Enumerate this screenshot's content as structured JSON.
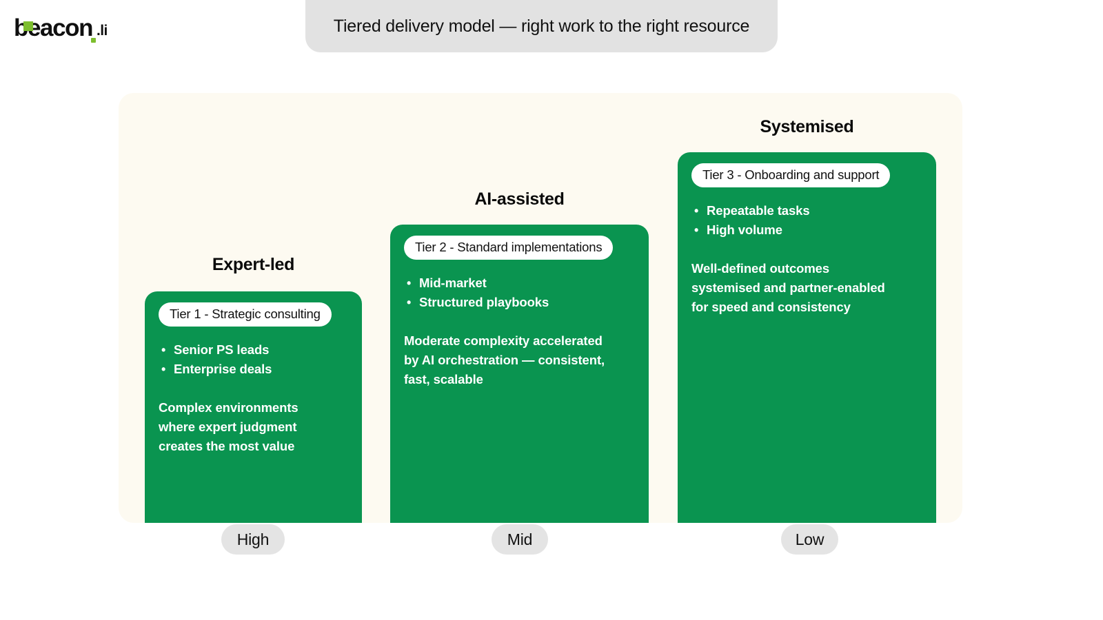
{
  "brand": {
    "name": "beacon",
    "tld": ".li",
    "mark_color": "#7DBE2E",
    "text_color": "#101010"
  },
  "header": {
    "title": "Tiered delivery model — right work to the right resource",
    "banner_color": "#E2E2E2"
  },
  "panel": {
    "background_color": "#FDFAF1"
  },
  "theme": {
    "card_green": "#0A9450",
    "pill_white": "#FFFFFF",
    "level_pill_gray": "#E4E4E4"
  },
  "tiers": [
    {
      "heading": "Expert-led",
      "pill_label": "Tier 1 - Strategic consulting",
      "bullets": [
        "Senior PS leads",
        "Enterprise deals"
      ],
      "description": "Complex environments\nwhere expert judgment\ncreates the most value",
      "level_label": "High"
    },
    {
      "heading": "AI-assisted",
      "pill_label": "Tier 2 - Standard implementations",
      "bullets": [
        "Mid-market",
        "Structured playbooks"
      ],
      "description": "Moderate complexity accelerated\nby AI orchestration — consistent,\nfast, scalable",
      "level_label": "Mid"
    },
    {
      "heading": "Systemised",
      "pill_label": "Tier 3 - Onboarding and support",
      "bullets": [
        "Repeatable tasks",
        "High volume"
      ],
      "description": "Well-defined outcomes\nsystemised and partner-enabled\nfor speed and consistency",
      "level_label": "Low"
    }
  ]
}
